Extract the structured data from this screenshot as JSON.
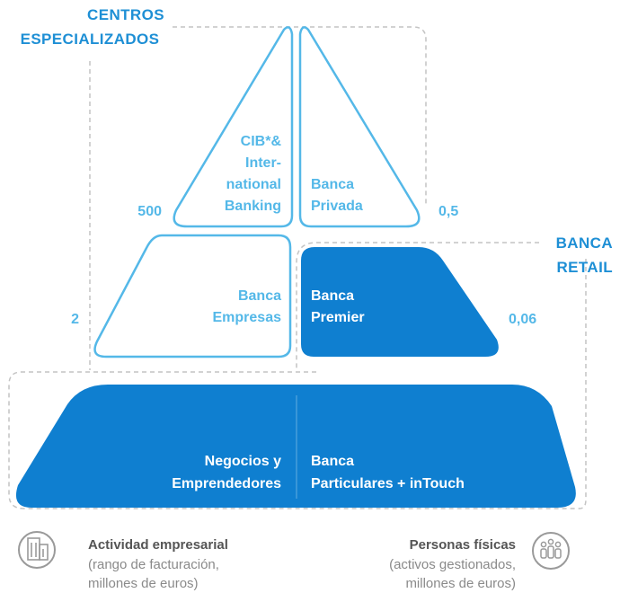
{
  "headings": {
    "centros": [
      "CENTROS",
      "ESPECIALIZADOS"
    ],
    "retail": [
      "BANCA",
      "RETAIL"
    ]
  },
  "segments": {
    "cib": [
      "CIB*&",
      "Inter-",
      "national",
      "Banking"
    ],
    "privada": [
      "Banca",
      "Privada"
    ],
    "empresas": [
      "Banca",
      "Empresas"
    ],
    "premier": [
      "Banca",
      "Premier"
    ],
    "negocios": [
      "Negocios y",
      "Emprendedores"
    ],
    "particulares": [
      "Banca",
      "Particulares + inTouch"
    ]
  },
  "values": {
    "cib": "500",
    "privada": "0,5",
    "empresas": "2",
    "premier": "0,06"
  },
  "legend": {
    "left": {
      "title": "Actividad empresarial",
      "lines": [
        "(rango de facturación,",
        "millones de euros)"
      ],
      "icon": "office-building-icon"
    },
    "right": {
      "title": "Personas físicas",
      "lines": [
        "(activos gestionados,",
        "millones de euros)"
      ],
      "icon": "people-group-icon"
    }
  },
  "colors": {
    "outline_light_blue": "#54b8e8",
    "fill_dark_blue": "#0f7fd0",
    "heading_blue": "#1e8fd5",
    "dashed_gray": "#c4c4c4"
  }
}
